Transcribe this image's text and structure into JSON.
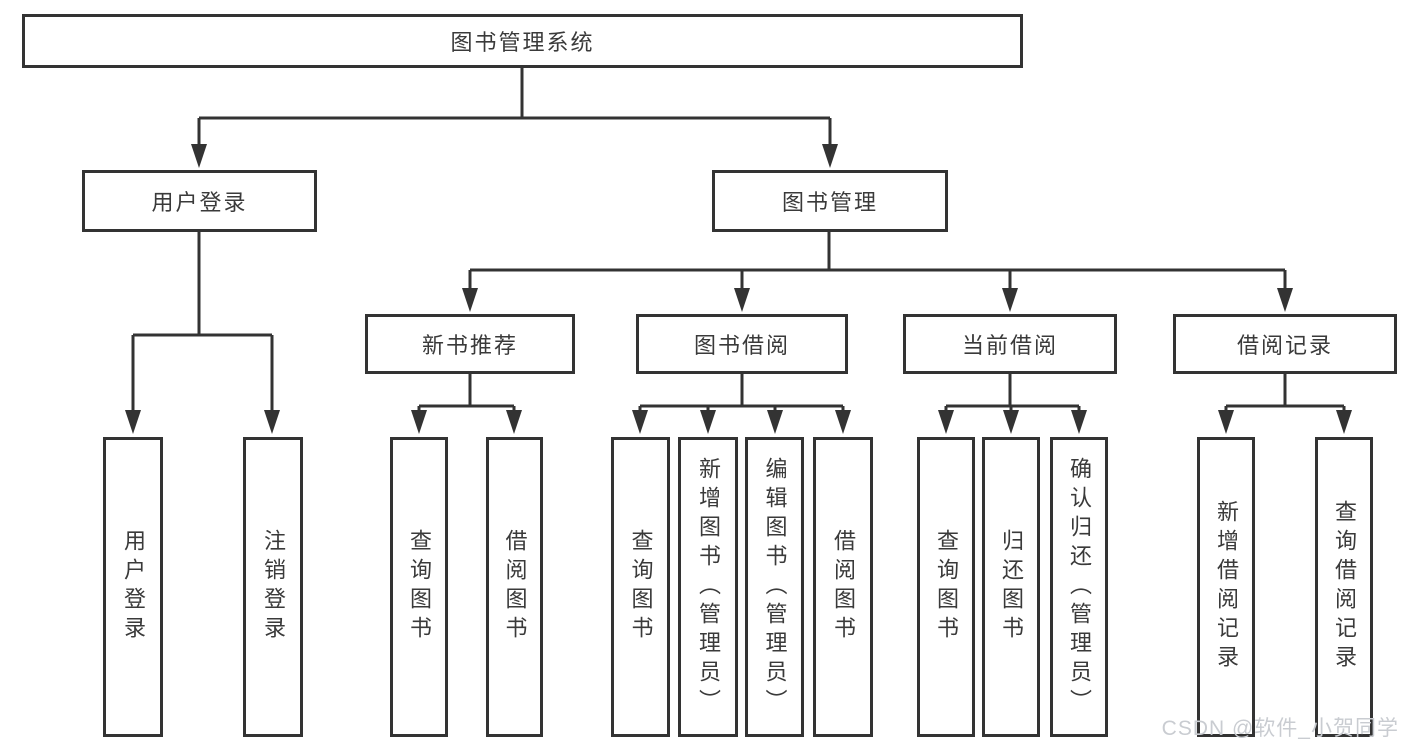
{
  "tree": {
    "label": "图书管理系统",
    "children": [
      {
        "label": "用户登录",
        "children": [
          {
            "label": "用户登录"
          },
          {
            "label": "注销登录"
          }
        ]
      },
      {
        "label": "图书管理",
        "children": [
          {
            "label": "新书推荐",
            "children": [
              {
                "label": "查询图书"
              },
              {
                "label": "借阅图书"
              }
            ]
          },
          {
            "label": "图书借阅",
            "children": [
              {
                "label": "查询图书"
              },
              {
                "label": "新增图书（管理员）"
              },
              {
                "label": "编辑图书（管理员）"
              },
              {
                "label": "借阅图书"
              }
            ]
          },
          {
            "label": "当前借阅",
            "children": [
              {
                "label": "查询图书"
              },
              {
                "label": "归还图书"
              },
              {
                "label": "确认归还（管理员）"
              }
            ]
          },
          {
            "label": "借阅记录",
            "children": [
              {
                "label": "新增借阅记录"
              },
              {
                "label": "查询借阅记录"
              }
            ]
          }
        ]
      }
    ]
  },
  "watermark": {
    "text": "CSDN @软件_小贺同学"
  },
  "colors": {
    "line": "#333333",
    "text": "#3a3a3a",
    "watermark": "#c9ccd1",
    "background": "#ffffff"
  }
}
